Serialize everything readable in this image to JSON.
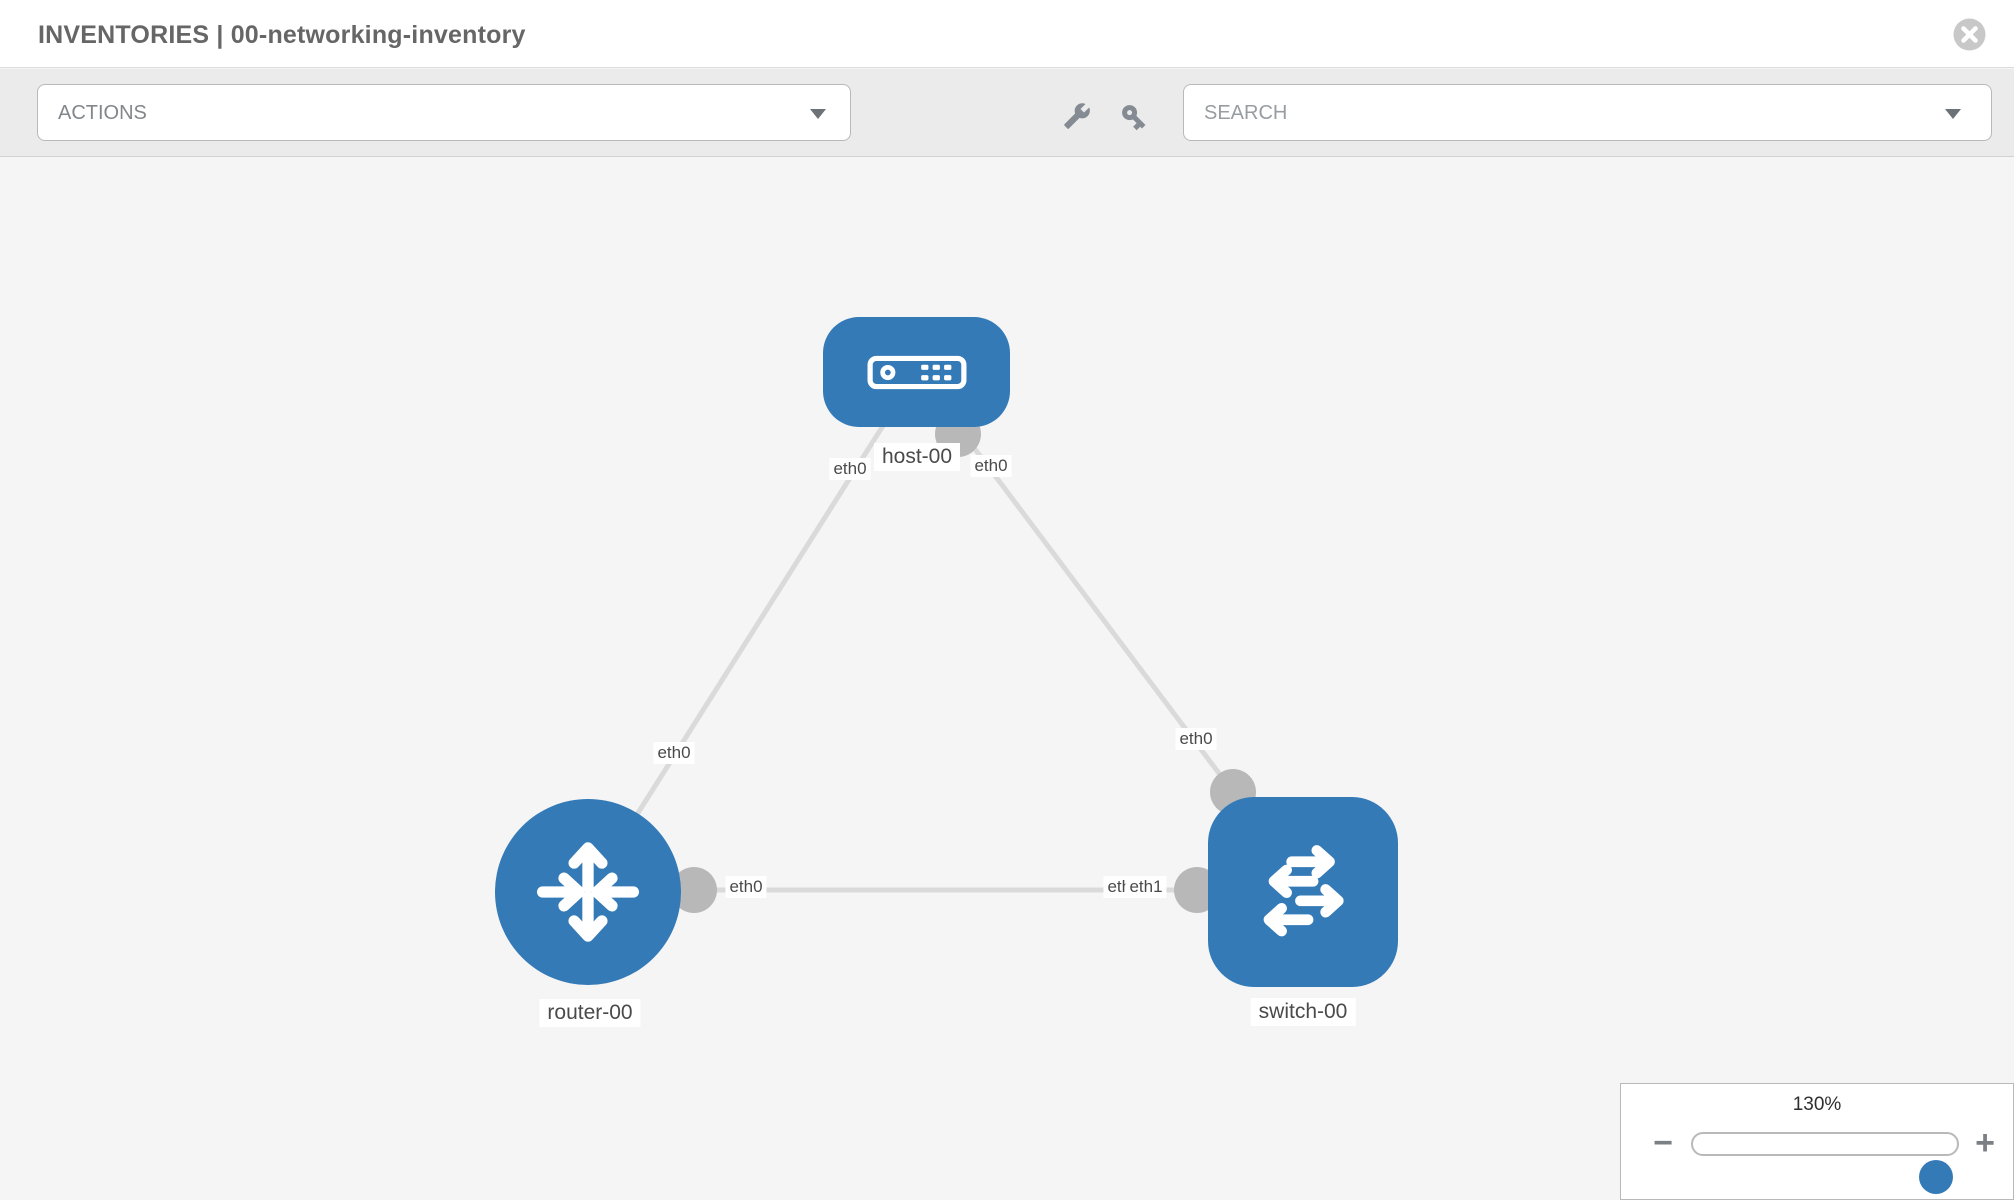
{
  "header": {
    "title": "INVENTORIES | 00-networking-inventory"
  },
  "toolbar": {
    "actions_label": "ACTIONS",
    "search_placeholder": "SEARCH",
    "icons": [
      "wrench-icon",
      "key-icon"
    ]
  },
  "topology": {
    "nodes": [
      {
        "id": "host-00",
        "type": "host",
        "label": "host-00"
      },
      {
        "id": "router-00",
        "type": "router",
        "label": "router-00"
      },
      {
        "id": "switch-00",
        "type": "switch",
        "label": "switch-00"
      }
    ],
    "links": [
      {
        "from": "host-00",
        "from_if": "eth0",
        "to": "router-00",
        "to_if": "eth0"
      },
      {
        "from": "host-00",
        "from_if": "eth0",
        "to": "switch-00",
        "to_if": "eth0"
      },
      {
        "from": "router-00",
        "from_if": "eth0",
        "to": "switch-00",
        "to_if": "eth1"
      }
    ],
    "port_labels": [
      "eth0",
      "eth0",
      "eth0",
      "eth0",
      "eth0",
      "eth0",
      "eth1"
    ]
  },
  "zoom_control": {
    "level": "130%",
    "minus": "−",
    "plus": "+"
  },
  "colors": {
    "node_blue": "#337ab7",
    "link_gray": "#dadada",
    "port_gray": "#b8b8b8",
    "toolbar_gray": "#ebebeb"
  }
}
